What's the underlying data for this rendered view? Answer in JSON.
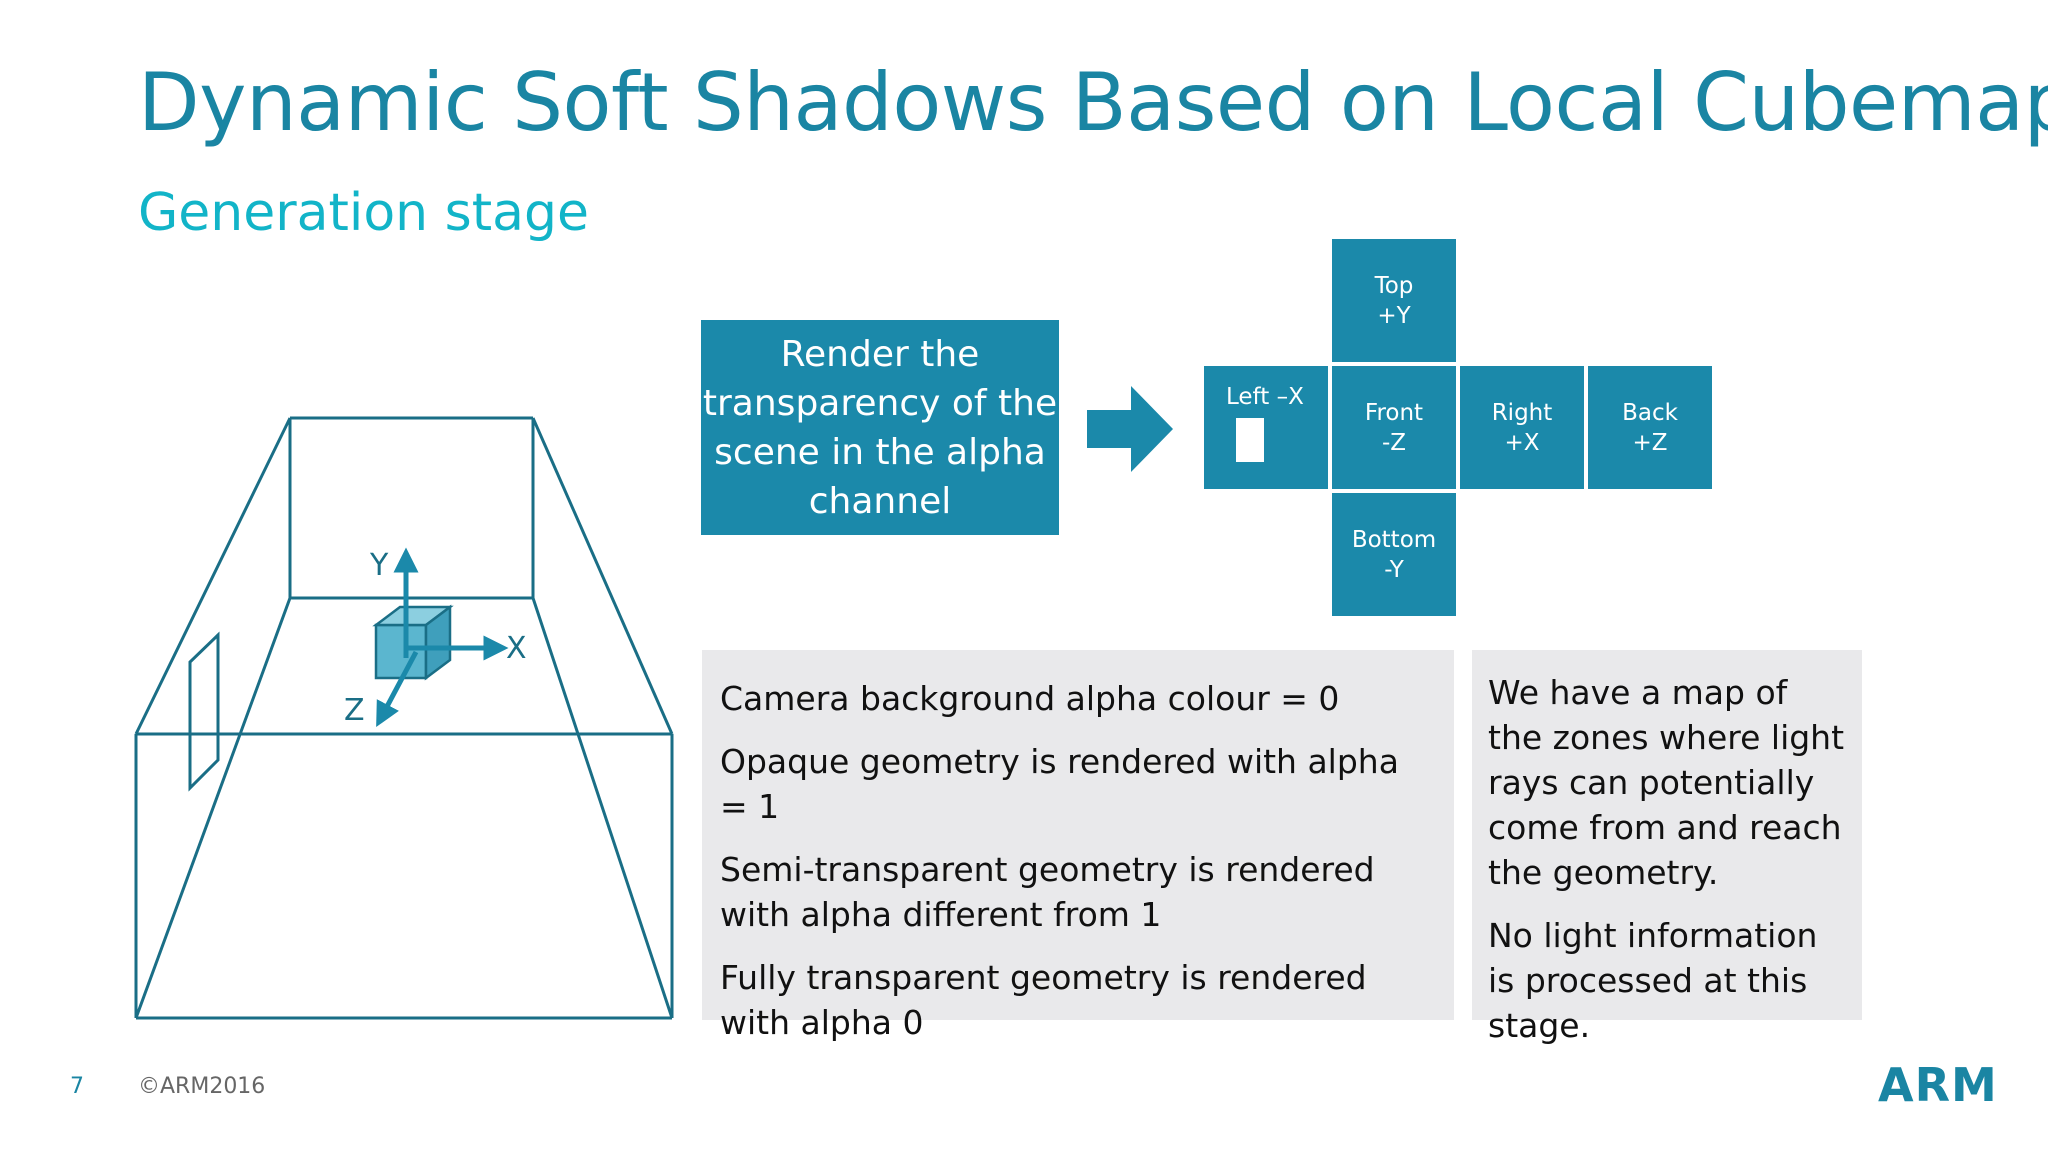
{
  "slide": {
    "title": "Dynamic Soft Shadows Based on Local Cubemaps",
    "subtitle": "Generation stage",
    "page_number": "7",
    "copyright": "©ARM2016",
    "logo_text": "ARM"
  },
  "render_box": {
    "text": "Render the\ntransparency of the\nscene in the alpha\nchannel"
  },
  "cubemap": {
    "top": "Top\n+Y",
    "left": "Left –X",
    "front": "Front\n-Z",
    "right": "Right\n+X",
    "back": "Back\n+Z",
    "bottom": "Bottom\n-Y"
  },
  "axes": {
    "y": "Y",
    "x": "X",
    "z": "Z"
  },
  "left_panel": {
    "lines": [
      "Camera background alpha colour = 0",
      "Opaque geometry is rendered with alpha = 1",
      "Semi-transparent geometry is rendered with alpha different from 1",
      "Fully transparent geometry is rendered with alpha 0"
    ]
  },
  "right_panel": {
    "paragraphs": [
      "We have a map of the zones where light rays can potentially come from and reach the geometry.",
      "No light information is processed at this stage."
    ]
  },
  "colors": {
    "primary": "#1b89aa",
    "title": "#1a85a3",
    "subtitle": "#12b4c8",
    "panel_bg": "#e9e9eb"
  }
}
